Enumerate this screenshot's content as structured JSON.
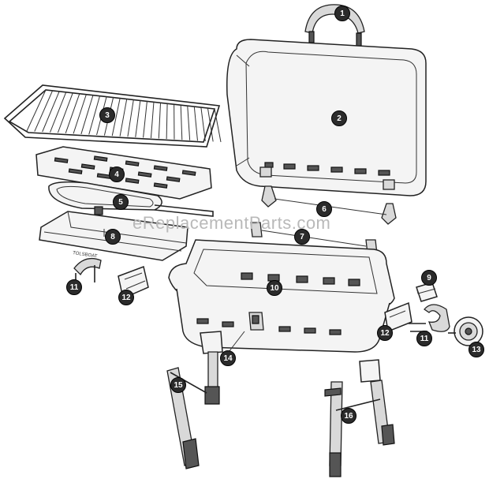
{
  "watermark": "eReplacementParts.com",
  "callouts": [
    {
      "id": "part-1",
      "label": "1"
    },
    {
      "id": "part-2",
      "label": "2"
    },
    {
      "id": "part-3",
      "label": "3"
    },
    {
      "id": "part-4",
      "label": "4"
    },
    {
      "id": "part-5",
      "label": "5"
    },
    {
      "id": "part-6",
      "label": "6"
    },
    {
      "id": "part-7",
      "label": "7"
    },
    {
      "id": "part-8",
      "label": "8"
    },
    {
      "id": "part-9",
      "label": "9"
    },
    {
      "id": "part-10",
      "label": "10"
    },
    {
      "id": "part-11a",
      "label": "11"
    },
    {
      "id": "part-11b",
      "label": "11"
    },
    {
      "id": "part-12a",
      "label": "12"
    },
    {
      "id": "part-12b",
      "label": "12"
    },
    {
      "id": "part-13",
      "label": "13"
    },
    {
      "id": "part-14",
      "label": "14"
    },
    {
      "id": "part-15",
      "label": "15"
    },
    {
      "id": "part-16",
      "label": "16"
    }
  ]
}
